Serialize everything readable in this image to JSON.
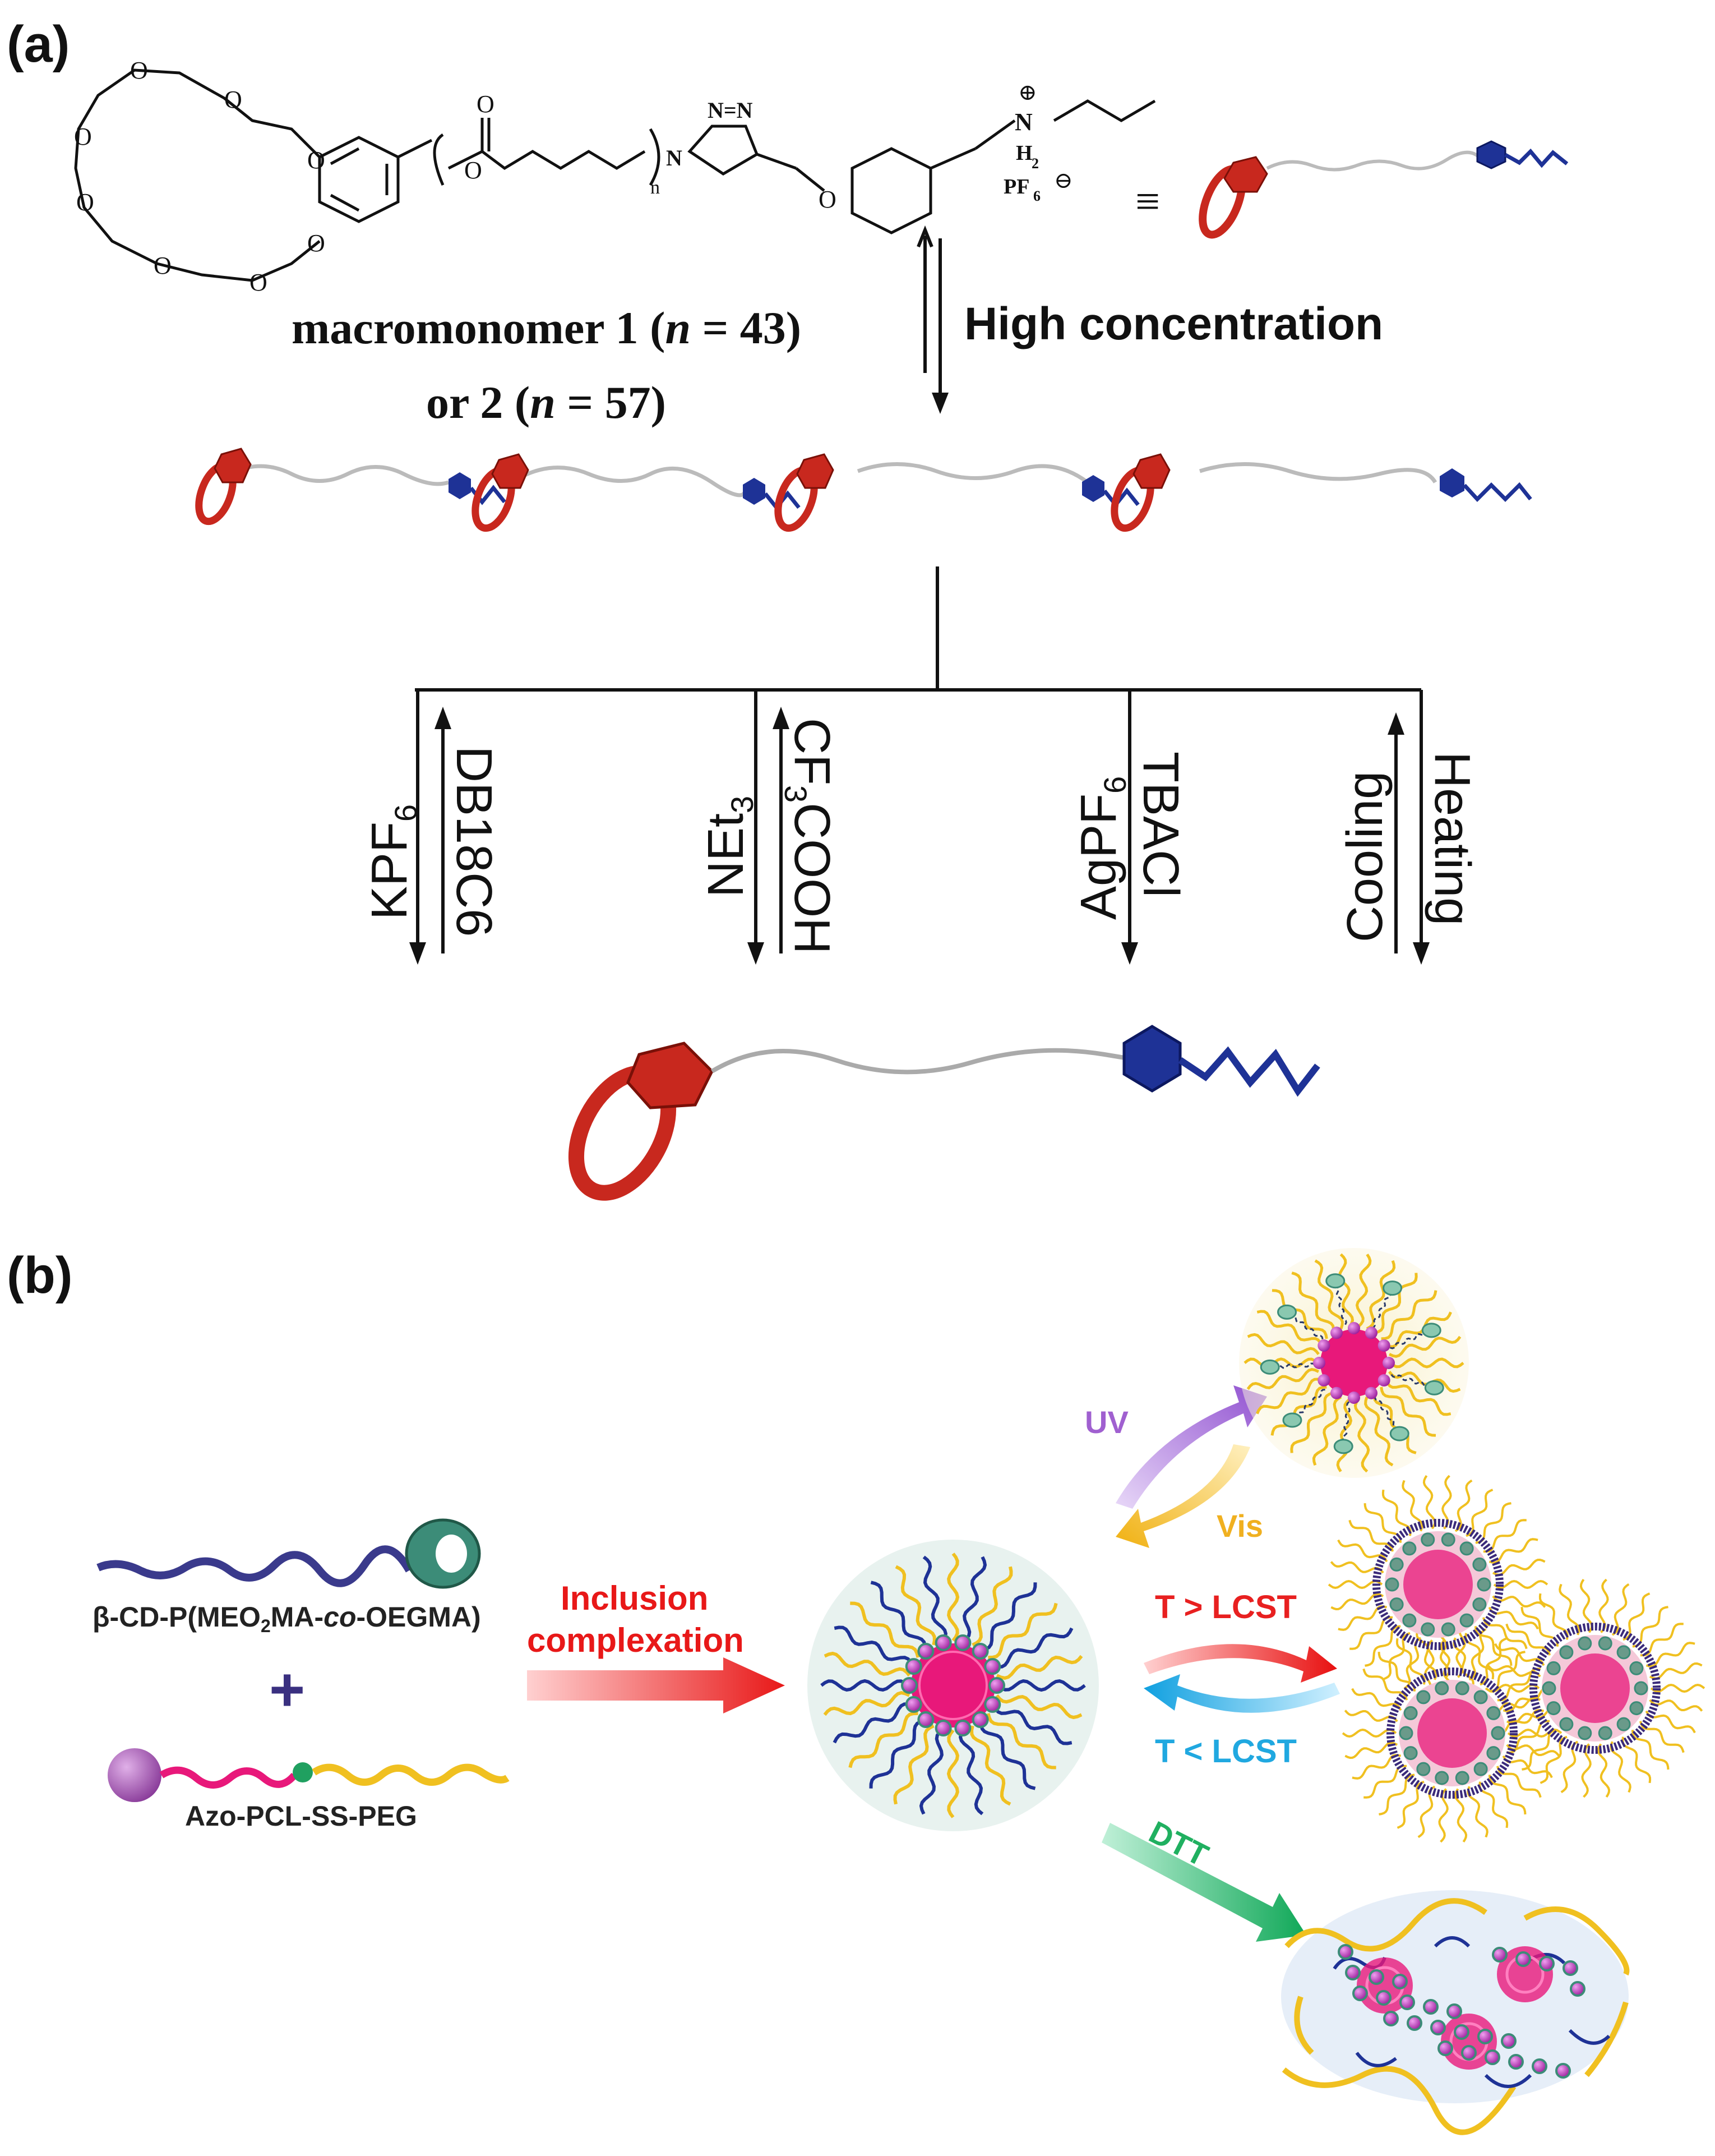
{
  "panel_a": {
    "label": "(a)",
    "chem_atoms": {
      "o": "O",
      "n_triazole_top": "N=N",
      "n_triazole": "N",
      "n_sub": "n",
      "nh2": "N",
      "h2": "H",
      "h2_sub": "2",
      "plus": "⊕",
      "pf6": "PF",
      "pf6_sub": "6",
      "minus": "⊖"
    },
    "equiv": "≡",
    "caption_line1_prefix": "macromonomer 1 (",
    "caption_line1_var": "n",
    "caption_line1_suffix": " = 43)",
    "caption_line2_prefix": "or 2 (",
    "caption_line2_var": "n",
    "caption_line2_suffix": " = 57)",
    "arrow_label": "High concentration",
    "stimuli": [
      {
        "down": "KPF",
        "down_sub": "6",
        "up": "DB18C6",
        "up_sub": ""
      },
      {
        "down": "NEt",
        "down_sub": "3",
        "up": "CF",
        "up_sub": "3",
        "up_tail": "COOH"
      },
      {
        "down": "AgPF",
        "down_sub": "6",
        "up": "TBACl",
        "up_sub": ""
      },
      {
        "down": "Cooling",
        "down_sub": "",
        "up": "Heating",
        "up_sub": ""
      }
    ]
  },
  "panel_b": {
    "label": "(b)",
    "polymer1": "β-CD-P(MEO",
    "polymer1_sub": "2",
    "polymer1_mid": "MA-",
    "polymer1_italic": "co",
    "polymer1_end": "-OEGMA)",
    "plus": "+",
    "polymer2": "Azo-PCL-SS-PEG",
    "process_line1": "Inclusion",
    "process_line2": "complexation",
    "uv": "UV",
    "vis": "Vis",
    "t_gt": "T > LCST",
    "t_lt": "T < LCST",
    "dtt": "DTT"
  },
  "colors": {
    "crown_red": "#c8281e",
    "ammonium_blue": "#1e3296",
    "pcl_pink": "#e8187a",
    "peg_yellow": "#f0c020",
    "cd_green": "#3c8c78",
    "uv_purple": "#a060d0",
    "vis_orange": "#f0b020",
    "heat_red": "#e82020",
    "cool_cyan": "#20a8e0",
    "dtt_green": "#20b060"
  }
}
